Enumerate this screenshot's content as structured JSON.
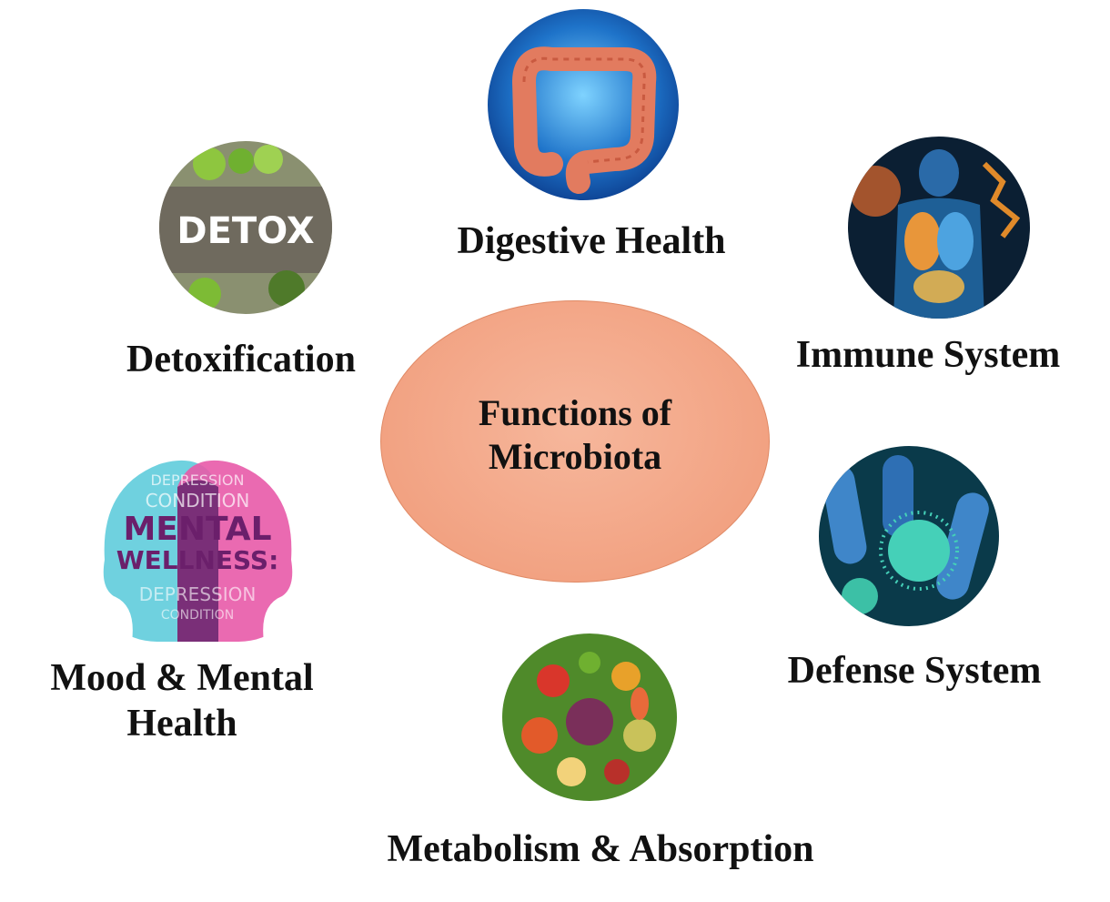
{
  "center": {
    "line1": "Functions of",
    "line2": "Microbiota"
  },
  "nodes": {
    "digestive": {
      "label": "Digestive Health",
      "icon": "colon-icon"
    },
    "immune": {
      "label": "Immune System",
      "icon": "human-body-organs-icon"
    },
    "detox": {
      "label": "Detoxification",
      "icon": "detox-greens-icon",
      "image_text": "DETOX"
    },
    "defense": {
      "label": "Defense System",
      "icon": "bacteria-icon"
    },
    "mood": {
      "label_line1": "Mood & Mental",
      "label_line2": "Health",
      "icon": "mental-wellness-heads-icon",
      "image_words": [
        "DEPRESSION",
        "CONDITION",
        "MENTAL",
        "WELLNESS:",
        "DEPRESSION",
        "CONDITION"
      ]
    },
    "metabolism": {
      "label": "Metabolism & Absorption",
      "icon": "healthy-food-icon"
    }
  },
  "colors": {
    "center_fill": "#f2a282",
    "center_border": "#e08a66",
    "text": "#111111"
  }
}
